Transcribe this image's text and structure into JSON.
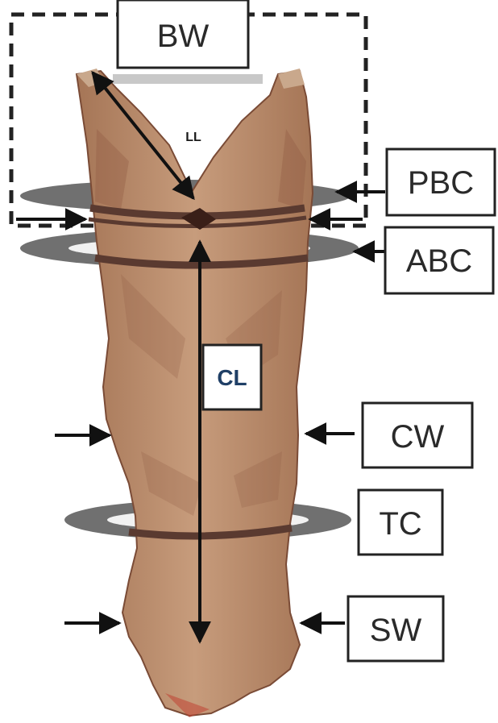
{
  "diagram": {
    "labels": {
      "bw": "BW",
      "ll": "LL",
      "pbc": "PBC",
      "abc": "ABC",
      "cl": "CL",
      "cw": "CW",
      "tc": "TC",
      "sw": "SW"
    },
    "colors": {
      "carcass": "#b58a6a",
      "carcass_shade": "#8e5a42",
      "band": "#5a3a30",
      "gray_ring": "#6f6f6f",
      "line": "#111111",
      "box_border": "#222222"
    }
  }
}
